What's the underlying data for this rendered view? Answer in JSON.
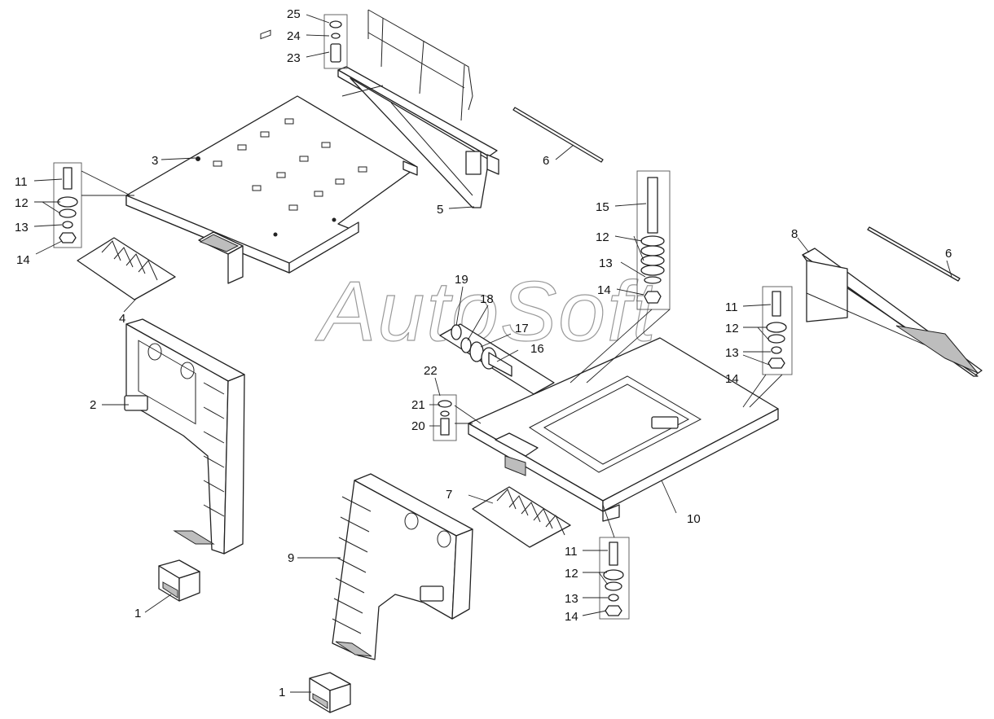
{
  "watermark": "AutoSoft",
  "callouts": {
    "c25": "25",
    "c24": "24",
    "c23": "23",
    "c3": "3",
    "c5": "5",
    "c6a": "6",
    "c6b": "6",
    "c11a": "11",
    "c12a": "12",
    "c13a": "13",
    "c14a": "14",
    "c4": "4",
    "c2": "2",
    "c1a": "1",
    "c1b": "1",
    "c9": "9",
    "c15": "15",
    "c12b": "12",
    "c13b": "13",
    "c14b": "14",
    "c8": "8",
    "c11b": "11",
    "c12c": "12",
    "c13c": "13",
    "c14c": "14",
    "c19": "19",
    "c18": "18",
    "c17": "17",
    "c16": "16",
    "c22": "22",
    "c21": "21",
    "c20": "20",
    "c7": "7",
    "c10": "10",
    "c11d": "11",
    "c12d": "12",
    "c13d": "13",
    "c14d": "14"
  }
}
